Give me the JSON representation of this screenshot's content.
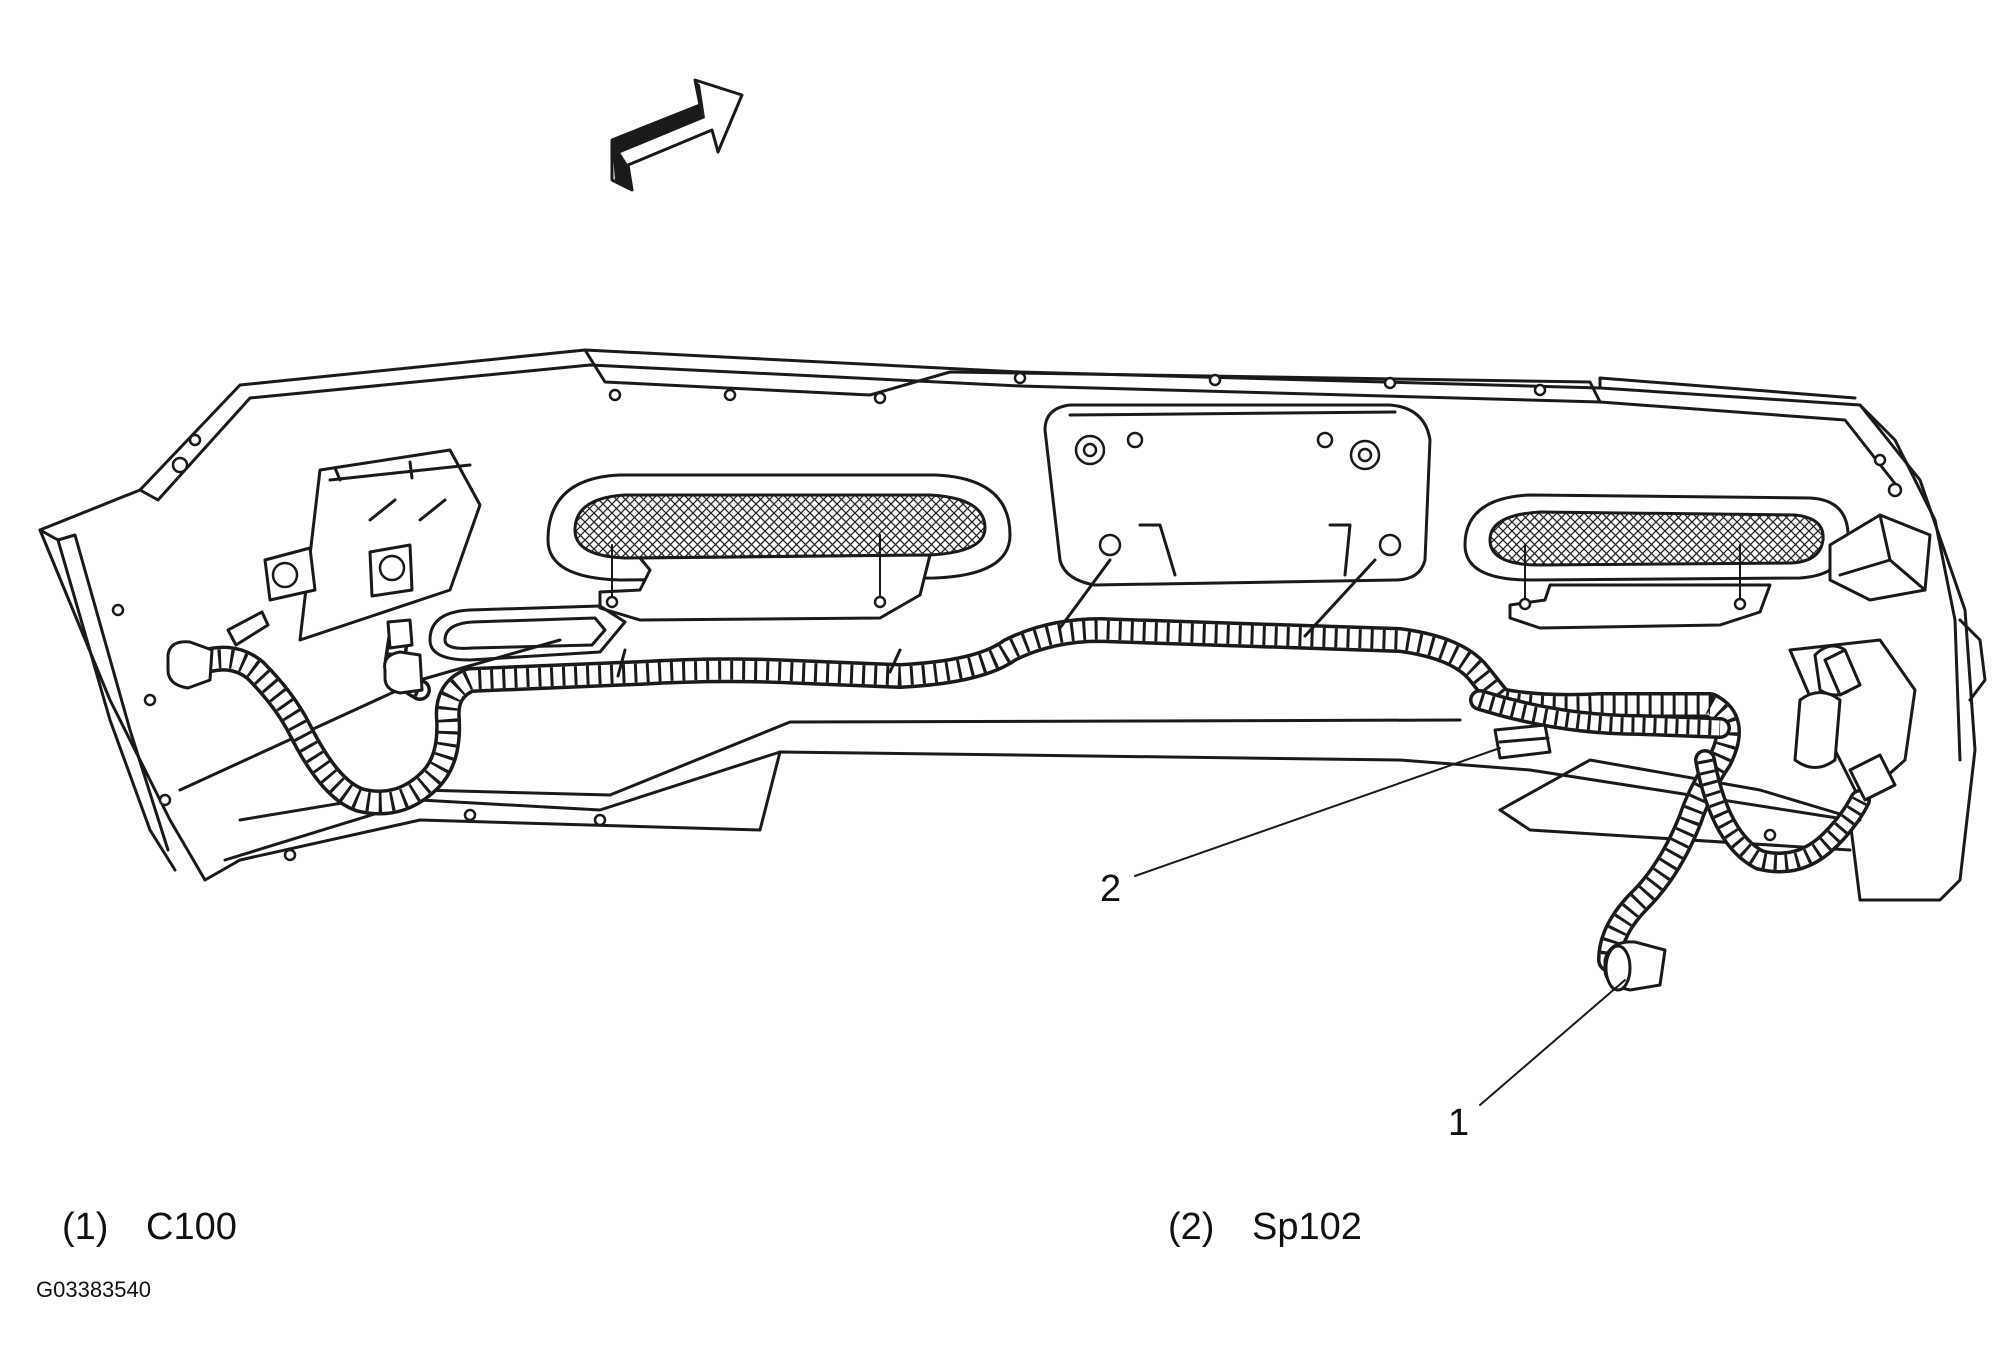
{
  "callouts": [
    {
      "number": "1"
    },
    {
      "number": "2"
    }
  ],
  "legend": [
    {
      "number": "(1)",
      "label": "C100"
    },
    {
      "number": "(2)",
      "label": "Sp102"
    }
  ],
  "figure_id": "G03383540"
}
